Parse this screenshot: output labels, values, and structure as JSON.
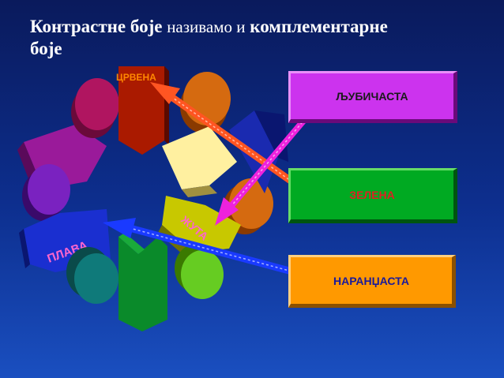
{
  "title": {
    "part1": "Контрастне боје",
    "part2": "називамо и",
    "part3": "комплементарне",
    "part4": "боје"
  },
  "labels": {
    "red": "ЦРВЕНА",
    "yellow": "ЖУТА",
    "blue": "ПЛАВА"
  },
  "boxes": {
    "violet": "ЉУБИЧАСТА",
    "green": "ЗЕЛЕНА",
    "orange": "НАРАНЏАСТА"
  },
  "colors": {
    "violet": "#cc33ee",
    "green": "#00aa22",
    "orange": "#ff9900",
    "red": "#b21a00",
    "yellow": "#ffee99",
    "blue": "#1a2fd0"
  }
}
